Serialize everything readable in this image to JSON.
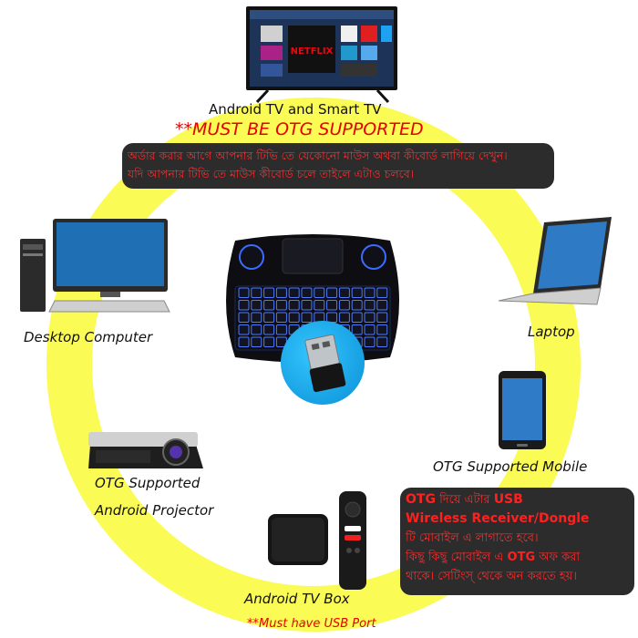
{
  "labels": {
    "tv": "Android TV and Smart TV",
    "otg_required": "**MUST BE OTG SUPPORTED",
    "desktop": "Desktop Computer",
    "laptop": "Laptop",
    "projector_line1": "OTG Supported",
    "projector_line2": "Android Projector",
    "mobile": "OTG Supported Mobile",
    "tvbox": "Android TV Box",
    "usb_required": "**Must have USB Port"
  },
  "tv_screen": {
    "netflix": "NETFLIX"
  },
  "callout_top": {
    "line1": "অর্ডার করার আগে আপনার টিভি তে যেকোনো মাউস অথবা কীবোর্ড লাগিয়ে দেখুন।",
    "line2": "যদি আপনার টিভি তে মাউস কীবোর্ড চলে তাইলে এটাও চলবে।"
  },
  "callout_bottom": {
    "otg1": "OTG",
    "text1": " দিয়ে এটার ",
    "usb": "USB",
    "line2": "Wireless Receiver/Dongle",
    "line3": "টি মোবাইল এ লাগাতে হবে।",
    "line4_a": "কিছু কিছু মোবাইল এ ",
    "otg2": "OTG",
    "line4_b": " অফ করা",
    "line5": "থাকে। সেটিংস্ থেকে অন করতে হয়।"
  },
  "colors": {
    "ring": "#fbfb55",
    "callout_bg": "#2c2c2c",
    "callout_text": "#ff2a2a",
    "keyboard_glow": "#3b6cff",
    "dongle_bg": "#1aa8ee"
  }
}
